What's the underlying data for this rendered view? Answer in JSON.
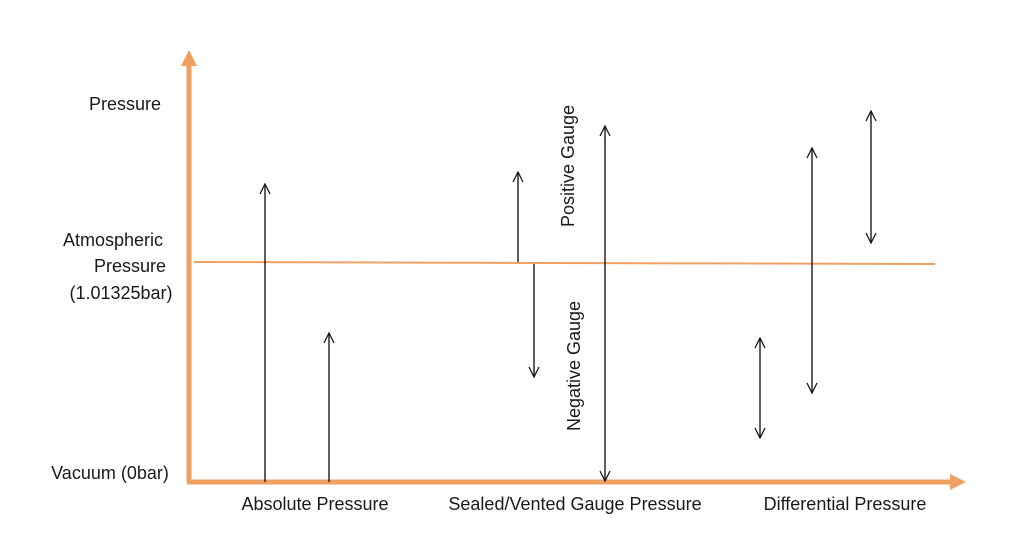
{
  "y_axis": {
    "top_label": "Pressure",
    "atmospheric_label": [
      "Atmospheric",
      "Pressure",
      "(1.01325bar)"
    ],
    "bottom_label": "Vacuum (0bar)"
  },
  "x_axis": {
    "categories": [
      "Absolute Pressure",
      "Sealed/Vented Gauge Pressure",
      "Differential Pressure"
    ]
  },
  "annotations": {
    "positive_gauge": "Positive Gauge",
    "negative_gauge": "Negative Gauge"
  },
  "colors": {
    "axis": "#F0A060",
    "atmospheric_line": "#F0A060",
    "arrow": "#1a1a1a",
    "text": "#1a1a1a"
  }
}
